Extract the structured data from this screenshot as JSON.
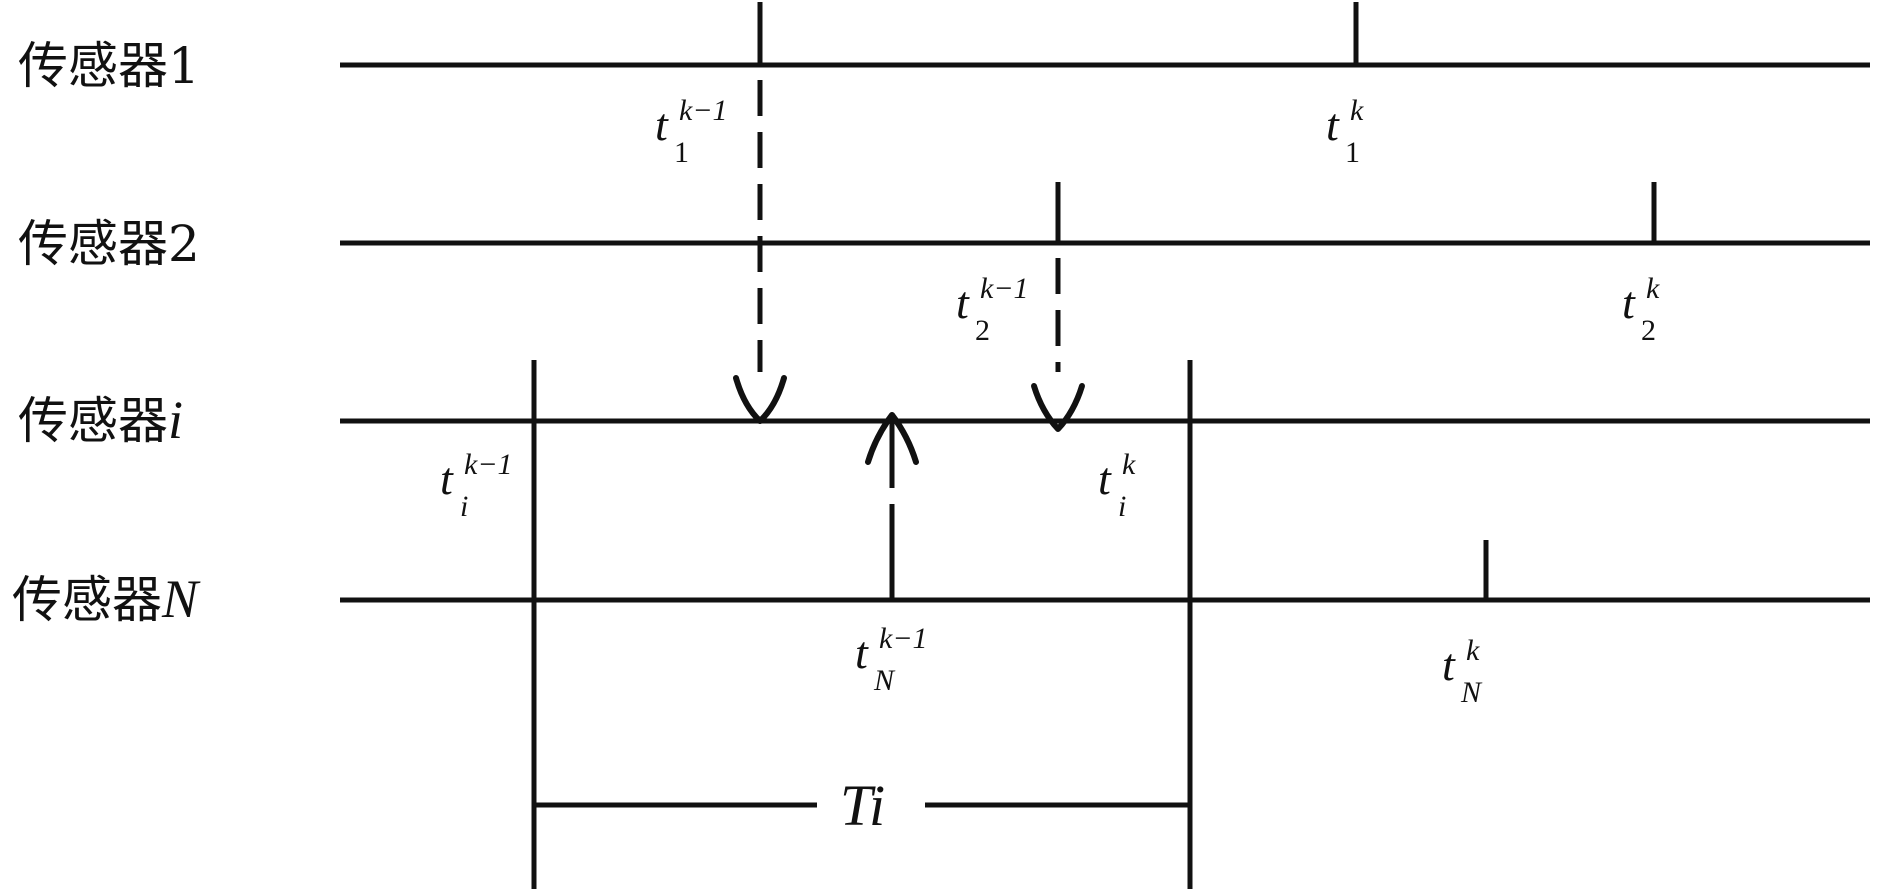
{
  "rows": [
    {
      "label_prefix": "传感器",
      "label_suffix": "1",
      "suffix_italic": false
    },
    {
      "label_prefix": "传感器",
      "label_suffix": "2",
      "suffix_italic": false
    },
    {
      "label_prefix": "传感器",
      "label_suffix": "i",
      "suffix_italic": true
    },
    {
      "label_prefix": "传感器",
      "label_suffix": "N",
      "suffix_italic": true
    }
  ],
  "times": {
    "t1_prev": {
      "base": "t",
      "sup": "k−1",
      "sub": "1"
    },
    "t1_k": {
      "base": "t",
      "sup": "k",
      "sub": "1"
    },
    "t2_prev": {
      "base": "t",
      "sup": "k−1",
      "sub": "2"
    },
    "t2_k": {
      "base": "t",
      "sup": "k",
      "sub": "2"
    },
    "ti_prev": {
      "base": "t",
      "sup": "k−1",
      "sub": "i"
    },
    "ti_k": {
      "base": "t",
      "sup": "k",
      "sub": "i"
    },
    "tN_prev": {
      "base": "t",
      "sup": "k−1",
      "sub": "N"
    },
    "tN_k": {
      "base": "t",
      "sup": "k",
      "sub": "N"
    }
  },
  "span": {
    "label": "Ti"
  },
  "colors": {
    "ink": "#111111",
    "background": "#ffffff"
  }
}
